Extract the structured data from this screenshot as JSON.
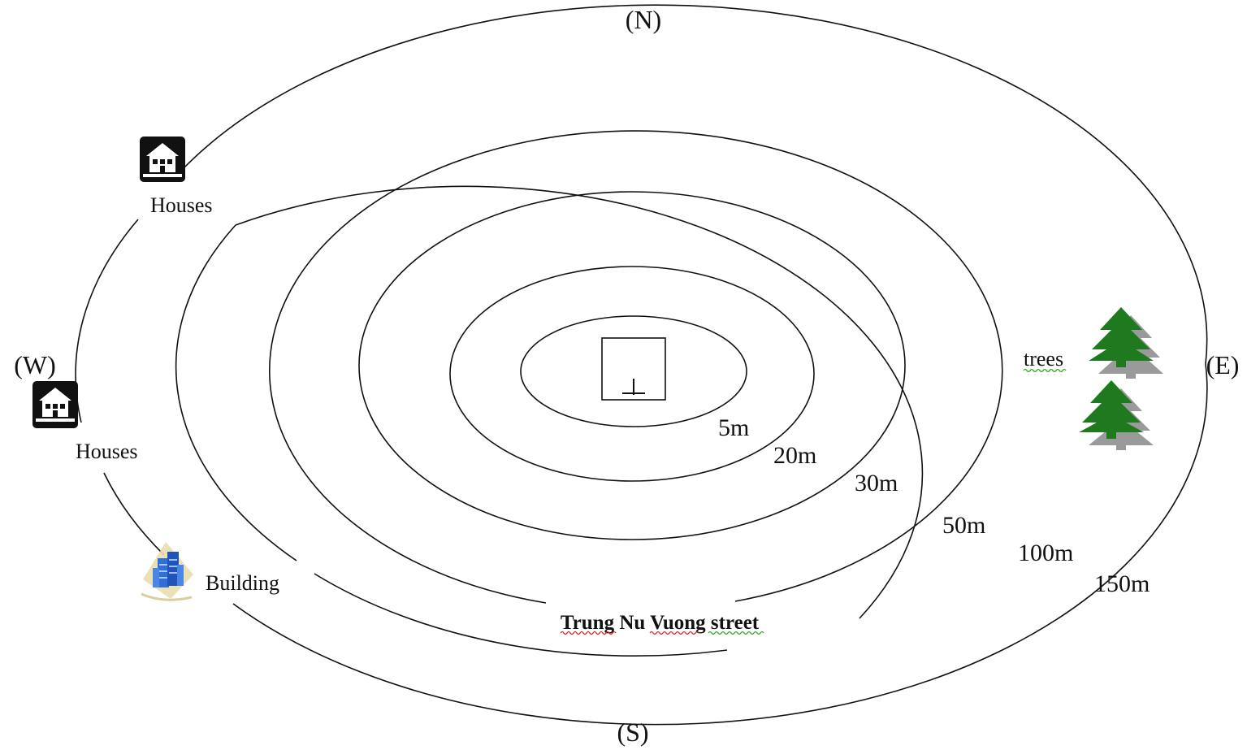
{
  "directions": {
    "north": "(N)",
    "south": "(S)",
    "west": "(W)",
    "east": "(E)"
  },
  "rings": [
    {
      "label": "5m"
    },
    {
      "label": "20m"
    },
    {
      "label": "30m"
    },
    {
      "label": "50m"
    },
    {
      "label": "100m"
    },
    {
      "label": "150m"
    }
  ],
  "places": {
    "houses_nw": "Houses",
    "houses_w": "Houses",
    "building": "Building",
    "trees": "trees",
    "street": "Trung Nu Vuong street"
  },
  "icons": {
    "houses": "house-icon",
    "building": "building-icon",
    "trees": "pine-tree-icon",
    "sensor": "monitoring-station-icon"
  },
  "colors": {
    "line": "#111111",
    "tree": "#1f7a1f",
    "tree_shadow": "#9a9a9a",
    "building": "#2f6fd6",
    "building_base": "#e8dfae"
  }
}
